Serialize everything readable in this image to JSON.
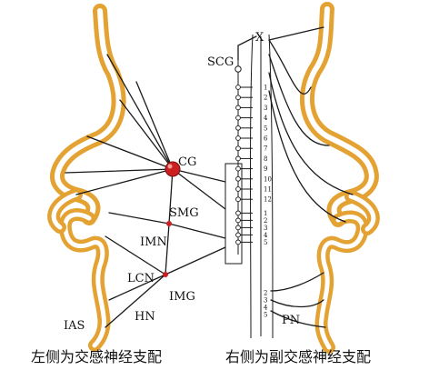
{
  "labels": {
    "cg": "CG",
    "smg": "SMG",
    "img": "IMG",
    "imn": "IMN",
    "lcn": "LCN",
    "hn": "HN",
    "ias": "IAS",
    "scg": "SCG",
    "pn": "PN",
    "x": "X"
  },
  "segments": [
    "1",
    "2",
    "3",
    "4",
    "5",
    "6",
    "7",
    "8",
    "9",
    "10",
    "11",
    "12",
    "1",
    "2",
    "3",
    "4",
    "5",
    "2",
    "3",
    "4",
    "5"
  ],
  "captions": {
    "left": "左侧为交感神经支配",
    "right": "右侧为副交感神经支配"
  },
  "colors": {
    "gut": "#e3a232",
    "ganglion": "#cc1f1f",
    "ink": "#1a1a1a"
  }
}
